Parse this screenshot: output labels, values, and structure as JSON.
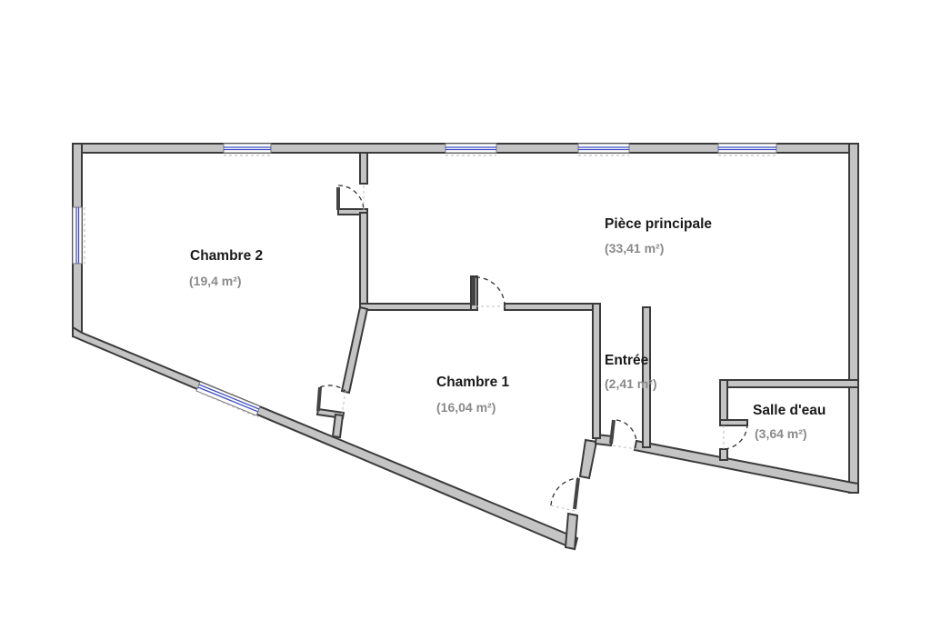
{
  "rooms": {
    "chambre2": {
      "name": "Chambre 2",
      "area": "(19,4 m²)"
    },
    "piece_principale": {
      "name": "Pièce principale",
      "area": "(33,41 m²)"
    },
    "chambre1": {
      "name": "Chambre 1",
      "area": "(16,04 m²)"
    },
    "entree": {
      "name": "Entrée",
      "area": "(2,41 m²)"
    },
    "salle_deau": {
      "name": "Salle d'eau",
      "area": "(3,64 m²)"
    }
  },
  "colors": {
    "wall_fill": "#c4c4c4",
    "wall_outline": "#3a3a3a",
    "window_glass": "#3f4fc0",
    "label_text": "#1a1a1a",
    "area_text": "#8a8a8a"
  }
}
